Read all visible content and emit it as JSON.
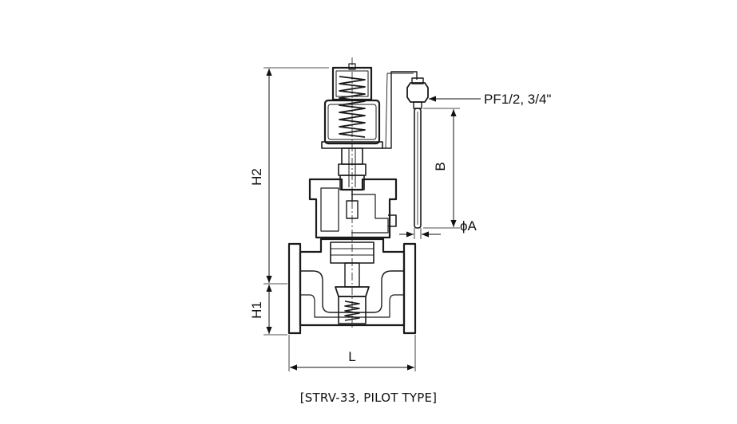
{
  "dimensions": {
    "h2": "H2",
    "h1": "H1",
    "l": "L",
    "b": "B",
    "phi_a": "ϕA",
    "connection": "PF1/2, 3/4\""
  },
  "caption": "[STRV-33, PILOT TYPE]"
}
